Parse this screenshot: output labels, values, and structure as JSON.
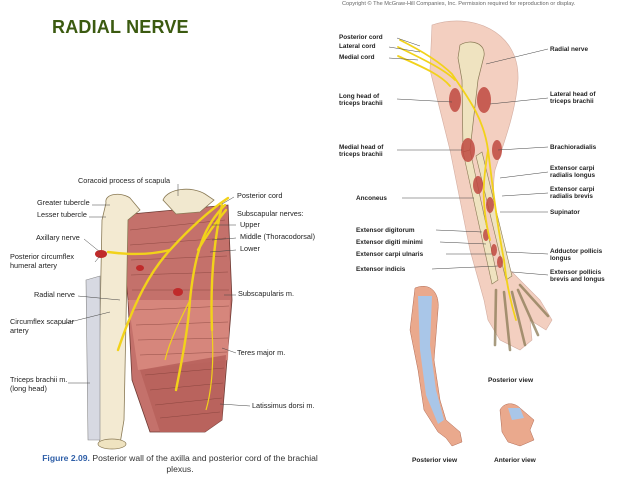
{
  "title": "RADIAL NERVE",
  "copyright": "Copyright © The McGraw-Hill Companies, Inc. Permission required for reproduction or display.",
  "figure_left": {
    "caption_fig": "Figure 2.09.",
    "caption_text": "Posterior wall of the axilla and posterior cord of the brachial plexus.",
    "labels": {
      "coracoid": "Coracoid process of scapula",
      "greater_tubercle": "Greater tubercle",
      "lesser_tubercle": "Lesser tubercle",
      "axillary_nerve": "Axillary nerve",
      "post_circumflex_1": "Posterior circumflex",
      "post_circumflex_2": "humeral artery",
      "radial_nerve": "Radial nerve",
      "circ_scapular_1": "Circumflex scapular",
      "circ_scapular_2": "artery",
      "triceps_1": "Triceps brachii m.",
      "triceps_2": "(long head)",
      "posterior_cord": "Posterior cord",
      "subscap_nerves": "Subscapular nerves:",
      "upper": "Upper",
      "middle": "Middle (Thoracodorsal)",
      "lower": "Lower",
      "subscapularis": "Subscapularis m.",
      "teres_major": "Teres major m.",
      "latissimus": "Latissimus dorsi m."
    }
  },
  "figure_right": {
    "labels_left": {
      "posterior_cord": "Posterior cord",
      "lateral_cord": "Lateral cord",
      "medial_cord": "Medial cord",
      "long_head_1": "Long head of",
      "long_head_2": "triceps brachii",
      "medial_head_1": "Medial head of",
      "medial_head_2": "triceps brachii",
      "anconeus": "Anconeus",
      "ext_digitorum": "Extensor digitorum",
      "ext_digiti_minimi": "Extensor digiti minimi",
      "ext_carpi_ulnaris": "Extensor carpi ulnaris",
      "ext_indicis": "Extensor indicis"
    },
    "labels_right": {
      "radial_nerve": "Radial nerve",
      "lateral_head_1": "Lateral head of",
      "lateral_head_2": "triceps brachii",
      "brachioradialis": "Brachioradialis",
      "ecrl_1": "Extensor carpi",
      "ecrl_2": "radialis longus",
      "ecrb_1": "Extensor carpi",
      "ecrb_2": "radialis brevis",
      "supinator": "Supinator",
      "apl_1": "Adductor pollicis",
      "apl_2": "longus",
      "epb_1": "Extensor pollicis",
      "epb_2": "brevis and longus"
    },
    "views": {
      "posterior_top": "Posterior view",
      "posterior_bottom": "Posterior view",
      "anterior_bottom": "Anterior view"
    }
  },
  "colors": {
    "title": "#3b5a10",
    "nerve": "#f2d21a",
    "muscle": "#c87a72",
    "skin": "#eaa98d",
    "bone": "#efe3c0",
    "sensory_area": "#a9c6e8"
  }
}
